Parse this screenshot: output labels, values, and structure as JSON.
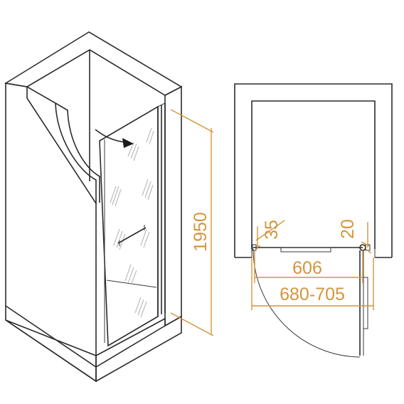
{
  "colors": {
    "dimension": "#d4953a",
    "outline": "#2b2b2b",
    "glass_texture": "#bdbdbd",
    "background": "#ffffff"
  },
  "icons": {
    "door_swing": "curved-arrow-icon"
  },
  "dimensions": {
    "height": "1950",
    "left_gap": "35",
    "right_gap": "20",
    "opening": "606",
    "width_range": "680-705"
  }
}
